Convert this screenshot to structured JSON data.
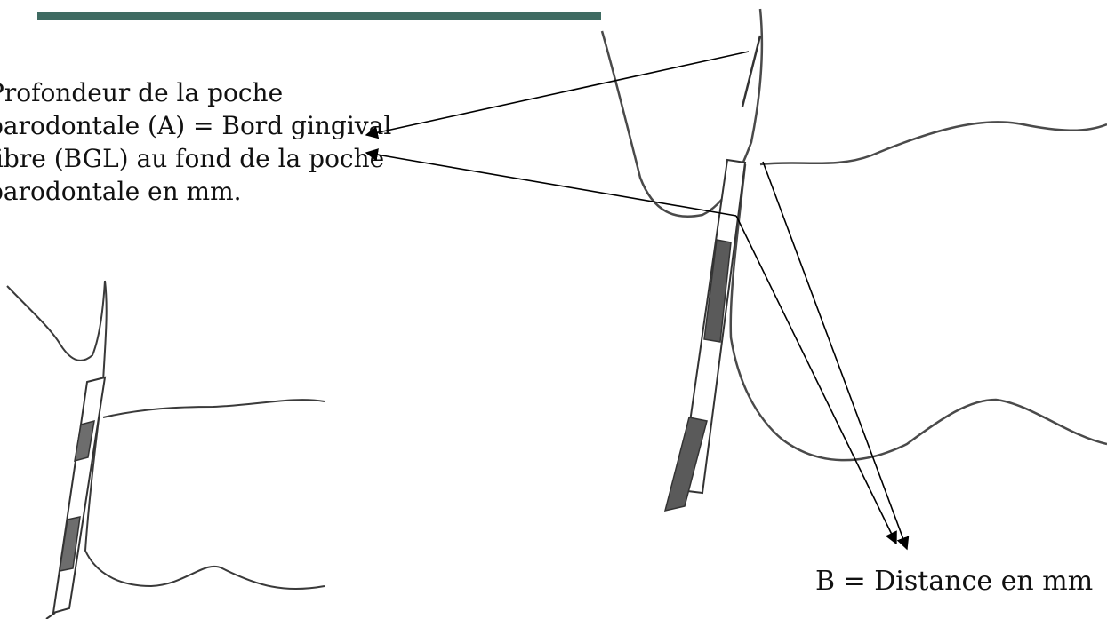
{
  "colors": {
    "accent_bar": "#3f6b62",
    "ink": "#3a3a3a",
    "arrow": "#000000"
  },
  "definition": {
    "lines": [
      "Profondeur de la poche",
      "parodontale (A) = Bord gingival",
      "libre (BGL) au fond de la poche",
      "parodontale en mm."
    ]
  },
  "label_b": "B = Distance en mm"
}
